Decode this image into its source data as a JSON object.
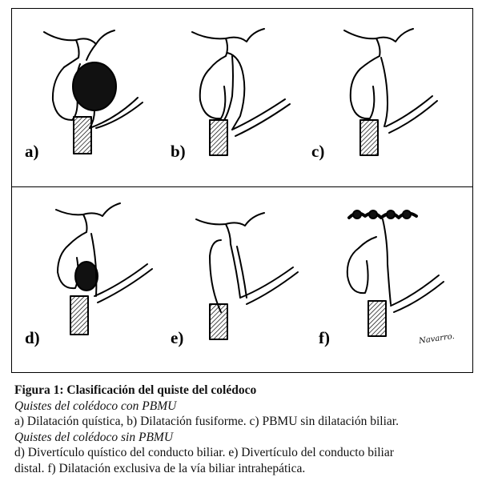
{
  "figure": {
    "panels": [
      {
        "label": "a)",
        "variant": "cystic-dilation"
      },
      {
        "label": "b)",
        "variant": "fusiform-dilation"
      },
      {
        "label": "c)",
        "variant": "no-dilation"
      },
      {
        "label": "d)",
        "variant": "cystic-diverticulum"
      },
      {
        "label": "e)",
        "variant": "duct-diverticulum"
      },
      {
        "label": "f)",
        "variant": "intrahepatic-dilation"
      }
    ],
    "signature": "Navarro."
  },
  "caption": {
    "title": "Figura 1: Clasificación del quiste del colédoco",
    "subtitle_1": "Quistes del colédoco con PBMU",
    "line_1": "a) Dilatación quística, b) Dilatación fusiforme. c) PBMU sin dilatación biliar.",
    "subtitle_2": "Quistes del colédoco sin PBMU",
    "line_2": "d) Divertículo quístico del conducto biliar. e) Divertículo del conducto biliar",
    "line_3": "distal. f) Dilatación exclusiva de la vía biliar intrahepática."
  }
}
